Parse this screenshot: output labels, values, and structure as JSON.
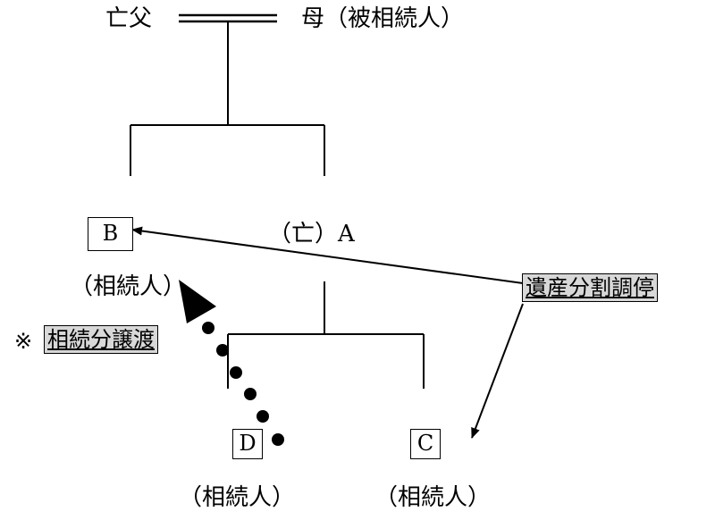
{
  "top": {
    "father_label": "亡父",
    "mother_label": "母（被相続人）"
  },
  "children": {
    "b_box": "B",
    "b_role": "（相続人）",
    "a_label": "（亡）A"
  },
  "grandchildren": {
    "d_box": "D",
    "d_role": "（相続人）",
    "c_box": "C",
    "c_role": "（相続人）"
  },
  "annotations": {
    "mediation_label": "遺産分割調停",
    "transfer_mark": "※",
    "transfer_label": "相続分譲渡"
  },
  "colors": {
    "label_fill": "#d8d8d8",
    "line": "#000000"
  }
}
